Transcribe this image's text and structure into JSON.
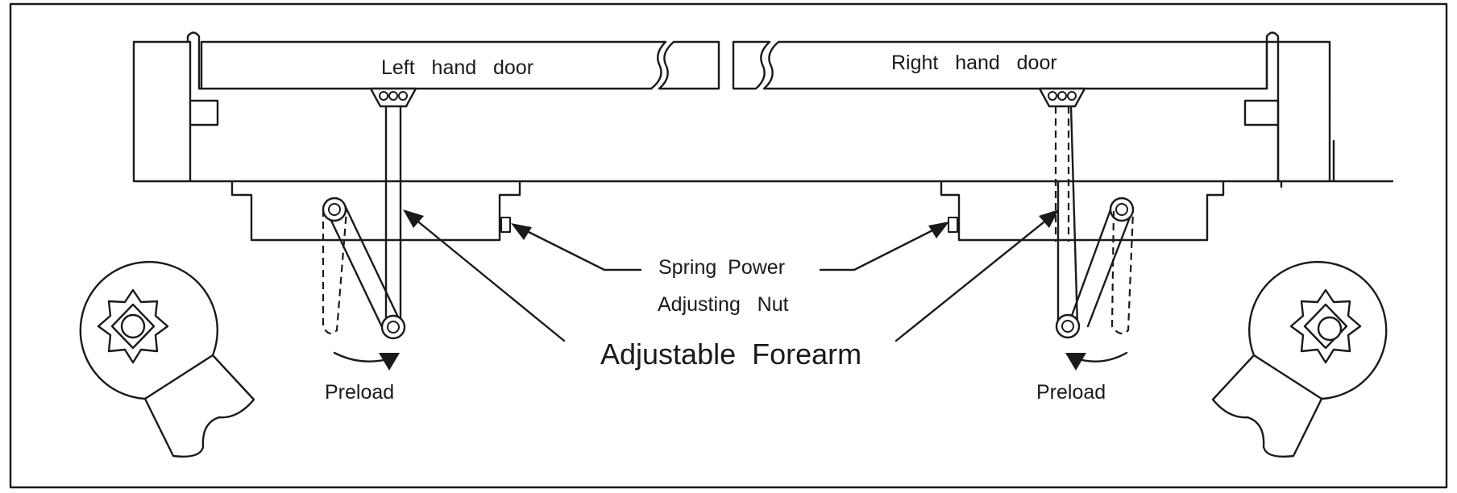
{
  "labels": {
    "left_door": "Left   hand   door",
    "right_door": "Right   hand   door",
    "spring_power_line1": "Spring  Power",
    "spring_power_line2": "Adjusting   Nut",
    "adjustable_forearm": "Adjustable  Forearm",
    "preload_left": "Preload",
    "preload_right": "Preload"
  },
  "colors": {
    "line": "#1a1a1a",
    "background": "#ffffff"
  }
}
